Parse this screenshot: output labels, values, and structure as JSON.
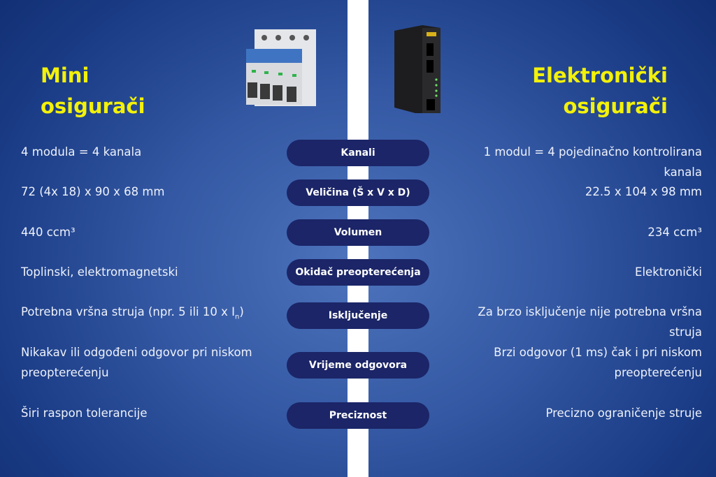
{
  "left_heading": [
    "Mini",
    "osigurači"
  ],
  "right_heading": [
    "Elektronički",
    "osigurači"
  ],
  "rows": [
    {
      "label": "Kanali",
      "left": "4 modula = 4 kanala",
      "right": "1 modul = 4 pojedinačno kontrolirana kanala"
    },
    {
      "label": "Veličina (Š x V x D)",
      "left": "72 (4x 18) x 90 x 68 mm",
      "right": "22.5 x 104 x 98 mm"
    },
    {
      "label": "Volumen",
      "left": "440 ccm³",
      "right": "234 ccm³"
    },
    {
      "label": "Okidač preopterećenja",
      "left": "Toplinski, elektromagnetski",
      "right": "Elektronički"
    },
    {
      "label": "Isključenje",
      "left": "Potrebna vršna struja (npr. 5 ili 10 x I",
      "left_sub": "n",
      "left_end": ")",
      "right": "Za brzo isključenje nije potrebna vršna struja"
    },
    {
      "label": "Vrijeme odgovora",
      "left": "Nikakav ili odgođeni odgovor pri niskom preopterećenju",
      "right": "Brzi odgovor (1 ms) čak i pri niskom preopterećenju"
    },
    {
      "label": "Preciznost",
      "left": "Širi raspon tolerancije",
      "right": "Precizno ograničenje struje"
    }
  ]
}
